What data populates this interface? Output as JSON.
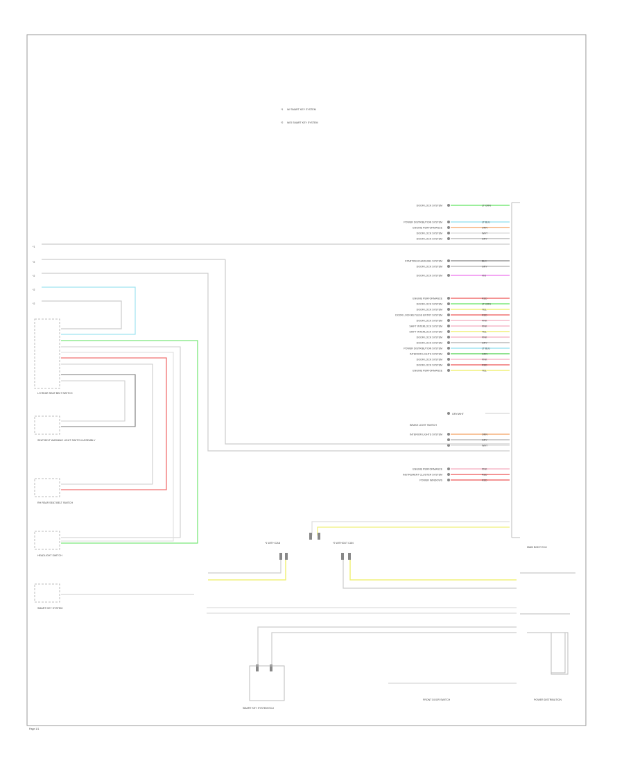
{
  "legend": {
    "items": [
      {
        "key": "*1",
        "text": "W/ SMART KEY SYSTEM"
      },
      {
        "key": "*2",
        "text": "W/O SMART KEY SYSTEM"
      }
    ]
  },
  "left_signals": [
    "*1",
    "*2",
    "*2",
    "*2",
    "*2"
  ],
  "right_rows": [
    {
      "label": "DOOR LOCK SYSTEM",
      "wire": "LT GRN",
      "color": "#7be87b",
      "pin": "",
      "sig": ""
    },
    {
      "label": "POWER DISTRIBUTION SYSTEM",
      "wire": "LT BLU",
      "color": "#9fe3f0",
      "pin": "",
      "sig": ""
    },
    {
      "label": "ENGINE PERFORMANCE",
      "wire": "ORN",
      "color": "#f5b07a",
      "pin": "",
      "sig": ""
    },
    {
      "label": "DOOR LOCK SYSTEM",
      "wire": "WHT",
      "color": "#dddddd",
      "pin": "",
      "sig": ""
    },
    {
      "label": "DOOR LOCK SYSTEM",
      "wire": "GRY",
      "color": "#bbbbbb",
      "pin": "",
      "sig": ""
    },
    {
      "label": "STARTING/CHARGING SYSTEM",
      "wire": "BLK",
      "color": "#999999",
      "pin": "",
      "sig": ""
    },
    {
      "label": "DOOR LOCK SYSTEM",
      "wire": "GRY",
      "color": "#bbbbbb",
      "pin": "",
      "sig": ""
    },
    {
      "label": "DOOR LOCK SYSTEM",
      "wire": "VIO",
      "color": "#f08af0",
      "pin": "",
      "sig": ""
    },
    {
      "label": "ENGINE PERFORMANCE",
      "wire": "RED",
      "color": "#f07070",
      "pin": "",
      "sig": ""
    },
    {
      "label": "DOOR LOCK SYSTEM",
      "wire": "LT GRN",
      "color": "#7be87b",
      "pin": "",
      "sig": ""
    },
    {
      "label": "DOOR LOCK SYSTEM",
      "wire": "YEL",
      "color": "#f0f07a",
      "pin": "",
      "sig": ""
    },
    {
      "label": "DOOR LOCK/KEYLESS ENTRY SYSTEM",
      "wire": "RED",
      "color": "#f07070",
      "pin": "",
      "sig": ""
    },
    {
      "label": "DOOR LOCK SYSTEM",
      "wire": "PNK",
      "color": "#f5b8c8",
      "pin": "",
      "sig": ""
    },
    {
      "label": "SHIFT INTERLOCK SYSTEM",
      "wire": "PNK",
      "color": "#f5b8c8",
      "pin": "",
      "sig": ""
    },
    {
      "label": "SHIFT INTERLOCK SYSTEM",
      "wire": "YEL",
      "color": "#f0f07a",
      "pin": "",
      "sig": ""
    },
    {
      "label": "DOOR LOCK SYSTEM",
      "wire": "PNK",
      "color": "#f5b8c8",
      "pin": "",
      "sig": ""
    },
    {
      "label": "DOOR LOCK SYSTEM",
      "wire": "GRY",
      "color": "#bbbbbb",
      "pin": "",
      "sig": ""
    },
    {
      "label": "POWER DISTRIBUTION SYSTEM",
      "wire": "LT BLU",
      "color": "#9fe3f0",
      "pin": "",
      "sig": ""
    },
    {
      "label": "INTERIOR LIGHTS SYSTEM",
      "wire": "GRN",
      "color": "#6ad96a",
      "pin": "",
      "sig": ""
    },
    {
      "label": "DOOR LOCK SYSTEM",
      "wire": "PNK",
      "color": "#f5b8c8",
      "pin": "",
      "sig": ""
    },
    {
      "label": "DOOR LOCK SYSTEM",
      "wire": "RED",
      "color": "#f07070",
      "pin": "",
      "sig": ""
    },
    {
      "label": "ENGINE PERFORMANCE",
      "wire": "YEL",
      "color": "#f0f07a",
      "pin": "",
      "sig": ""
    }
  ],
  "mid_rows": [
    {
      "label": "INTERIOR LIGHTS SYSTEM",
      "wire": "ORN",
      "color": "#f5b07a"
    },
    {
      "label": "",
      "wire": "GRY",
      "color": "#bbbbbb"
    },
    {
      "label": "",
      "wire": "WHT",
      "color": "#dddddd"
    }
  ],
  "lower_rows": [
    {
      "label": "ENGINE PERFORMANCE",
      "wire": "PNK",
      "color": "#f5b8c8"
    },
    {
      "label": "INSTRUMENT CLUSTER SYSTEM",
      "wire": "RED",
      "color": "#f07070"
    },
    {
      "label": "POWER WINDOWS",
      "wire": "RED",
      "color": "#f07070"
    }
  ],
  "ground_text": {
    "wire": "GRY/WHT",
    "label": "BRAKE LIGHT SWITCH"
  },
  "left_components": [
    {
      "name": "LH REAR SEAT BELT SWITCH"
    },
    {
      "name": "SEAT BELT WARNING LIGHT SWITCH ASSEMBLY"
    },
    {
      "name": "RH REAR SEAT BELT SWITCH"
    },
    {
      "name": "HEADLIGHT SWITCH"
    },
    {
      "name": "SMART KEY SYSTEM"
    }
  ],
  "lower_labels": {
    "connector_1": "*1 WITH CAN",
    "connector_2": "*2 WITHOUT CAN",
    "module": "MAIN BODY ECU",
    "bottom_left": "SMART KEY SYSTEM ECU",
    "bottom_mid": "FRONT DOOR SWITCH",
    "bottom_right": "POWER DISTRIBUTION",
    "page_id": "Page 1/1"
  }
}
